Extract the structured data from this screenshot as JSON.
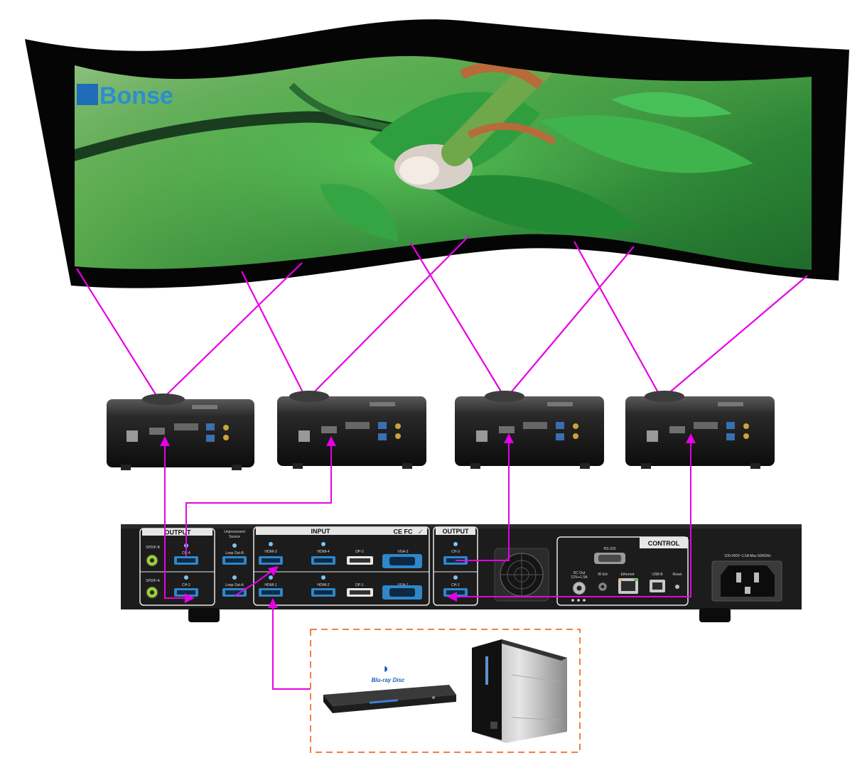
{
  "screen": {
    "logo_text": "Bonse",
    "content": "caterpillar-on-leaf"
  },
  "projectors": [
    {
      "id": "p1"
    },
    {
      "id": "p2"
    },
    {
      "id": "p3"
    },
    {
      "id": "p4"
    }
  ],
  "processor": {
    "output_left": {
      "header": "OUTPUT",
      "spdif_b": "SPDIF-B",
      "spdif_a": "SPDIF-A",
      "ch4": "CH-4",
      "ch2": "CH-2"
    },
    "unprocessed": {
      "header_line1": "Unprocessed",
      "header_line2": "Source",
      "loop_b": "Loop Out-B",
      "loop_a": "Loop Out-A"
    },
    "input": {
      "header": "INPUT",
      "cert": "CE FC",
      "hdmi3": "HDMI-3",
      "hdmi4": "HDMI-4",
      "dp2": "DP-2",
      "vga2": "VGA-2",
      "hdmi1": "HDMI-1",
      "hdmi2": "HDMI-2",
      "dp1": "DP-1",
      "vga1": "VGA-1"
    },
    "output_right": {
      "header": "OUTPUT",
      "ch3": "CH-3",
      "ch1": "CH-1"
    },
    "control": {
      "header": "CONTROL",
      "rs232": "RS-232",
      "dc_out_line1": "DC Out",
      "dc_out_line2": "12V⎓1.5A",
      "ir_ext": "IR Ext",
      "ethernet": "Ethernet",
      "usb_b": "USB-B",
      "reset": "Reset"
    },
    "power": {
      "label": "100-240V~1.5A Max 50/60Hz"
    }
  },
  "sources": {
    "bluray_logo": "Blu-ray Disc"
  },
  "colors": {
    "cable": "#e600e6",
    "dashed_frame": "#f08040",
    "panel": "#1c1c1c",
    "port": "#2f86c9"
  }
}
